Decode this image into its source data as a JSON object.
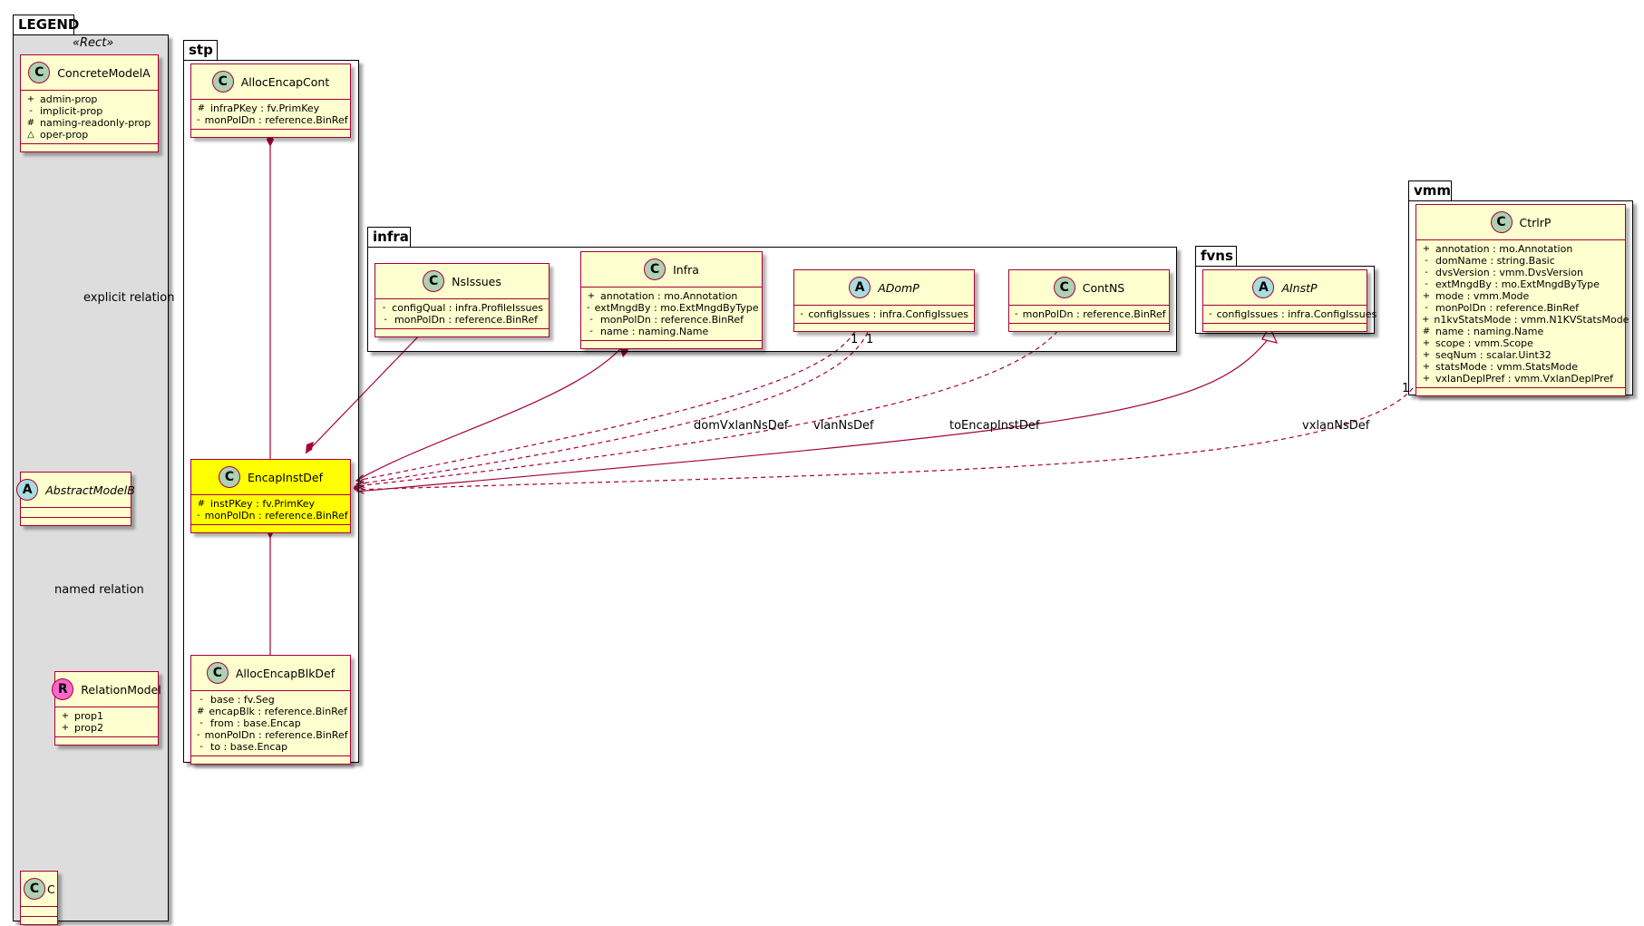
{
  "packages": {
    "legend": {
      "title": "LEGEND",
      "stereotype": "«Rect»"
    },
    "stp": {
      "title": "stp"
    },
    "infra": {
      "title": "infra"
    },
    "fvns": {
      "title": "fvns"
    },
    "vmm": {
      "title": "vmm"
    }
  },
  "icons": {
    "class": "C",
    "abstract": "A",
    "relation": "R",
    "vis_public": "+",
    "vis_private": "-",
    "vis_protected": "#",
    "vis_package": "△"
  },
  "classes": {
    "concrete_a": {
      "name": "ConcreteModelA",
      "attrs": [
        "admin-prop",
        "implicit-prop",
        "naming-readonly-prop",
        "oper-prop"
      ]
    },
    "abstract_b": {
      "name": "AbstractModelB"
    },
    "relation_model": {
      "name": "RelationModel",
      "attrs": [
        "prop1",
        "prop2"
      ]
    },
    "c": {
      "name": "C"
    },
    "alloc_encap_cont": {
      "name": "AllocEncapCont",
      "attrs": [
        "infraPKey : fv.PrimKey",
        "monPolDn : reference.BinRef"
      ]
    },
    "encap_inst_def": {
      "name": "EncapInstDef",
      "attrs": [
        "instPKey : fv.PrimKey",
        "monPolDn : reference.BinRef"
      ]
    },
    "alloc_encap_blk_def": {
      "name": "AllocEncapBlkDef",
      "attrs": [
        "base : fv.Seg",
        "encapBlk : reference.BinRef",
        "from : base.Encap",
        "monPolDn : reference.BinRef",
        "to : base.Encap"
      ]
    },
    "ns_issues": {
      "name": "NsIssues",
      "attrs": [
        "configQual : infra.ProfileIssues",
        "monPolDn : reference.BinRef"
      ]
    },
    "infra": {
      "name": "Infra",
      "attrs": [
        "annotation : mo.Annotation",
        "extMngdBy : mo.ExtMngdByType",
        "monPolDn : reference.BinRef",
        "name : naming.Name"
      ]
    },
    "adomp": {
      "name": "ADomP",
      "attrs": [
        "configIssues : infra.ConfigIssues"
      ]
    },
    "cont_ns": {
      "name": "ContNS",
      "attrs": [
        "monPolDn : reference.BinRef"
      ]
    },
    "ainstp": {
      "name": "AInstP",
      "attrs": [
        "configIssues : infra.ConfigIssues"
      ]
    },
    "ctrlrp": {
      "name": "CtrlrP",
      "attrs": [
        "annotation : mo.Annotation",
        "domName : string.Basic",
        "dvsVersion : vmm.DvsVersion",
        "extMngdBy : mo.ExtMngdByType",
        "mode : vmm.Mode",
        "monPolDn : reference.BinRef",
        "n1kvStatsMode : vmm.N1KVStatsMode",
        "name : naming.Name",
        "scope : vmm.Scope",
        "seqNum : scalar.Uint32",
        "statsMode : vmm.StatsMode",
        "vxlanDeplPref : vmm.VxlanDeplPref"
      ]
    }
  },
  "relations": {
    "explicit": "explicit relation",
    "named": "named relation",
    "dom_vxlan": "domVxlanNsDef",
    "vlan": "vlanNsDef",
    "to_encap": "toEncapInstDef",
    "vxlan": "vxlanNsDef",
    "mult_1": "1"
  },
  "colors": {
    "border": "#a80036",
    "class_fill": "#fefece",
    "highlight_fill": "#ffff00",
    "legend_fill": "#dddddd"
  }
}
